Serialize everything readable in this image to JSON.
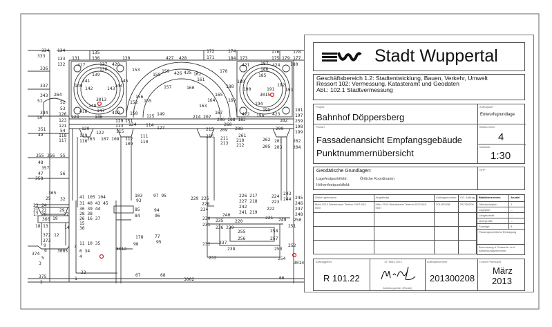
{
  "title_block": {
    "city": "Stadt Wuppertal",
    "dept_lines": [
      "Geschäftsbereich 1.2: Stadtentwicklung, Bauen, Verkehr, Umwelt",
      "Ressort 102: Vermessung, Katasteramt und Geodaten",
      "Abt.: 102.1 Stadtvermessung"
    ],
    "projekt_label": "Projekt",
    "projekt": "Bahnhof Döppersberg",
    "auftragsart_label": "Auftragsart",
    "auftragsart": "Entwurfsgrundlage",
    "planart_label": "Planart",
    "plan_title_1": "Fassadenansicht Empfangsgebäude",
    "plan_title_2": "Punktnummernübersicht",
    "blatt_label": "Blattnummer",
    "blatt": "4",
    "massstab_label": "Maßstab",
    "massstab": "1:30",
    "geo_heading": "Geodätische Grundlagen:",
    "lage_label": "Lagefestpunktfeld:",
    "lage_value": "Örtliche Koordinaten",
    "hoehe_label": "Höhenfestpunktfeld:",
    "geo_side_label": "NHP",
    "table_headers": [
      "Örtlich gemessen",
      "Angefertigt",
      "Auftragsnummer",
      "GG- Auftrag"
    ],
    "table_row": [
      "März 2013 Wiedemann Telefon 0202-563-5937",
      "März 2013 Wiedemann Telefon 0202-563-5937",
      "201300208",
      "201300208"
    ],
    "sheet_header": [
      "Blattübersichten",
      "Anzahl"
    ],
    "sheets": [
      [
        "Übersichtsplan",
        "1"
      ],
      [
        "Lageplan",
        "--"
      ],
      [
        "Längsschnitt",
        "--"
      ],
      [
        "Querprofile",
        "--"
      ],
      [
        "Sonstige",
        "8"
      ]
    ],
    "note1": "Planungsrechtliche Eintragung",
    "note2": "Berechnung d. Entwurfs- und Absteckungselemente",
    "auftraggeber_label": "Auftraggeber",
    "auftraggeber": "R 101.22",
    "sign_date": "19. März 2013",
    "sign_caption": "Abteilungsleiter (Riedel)",
    "auftragsnummer_label": "Auftragsnummer",
    "auftragsnummer": "201300208",
    "planstand_label": "Letzter Planstand",
    "planstand_1": "März",
    "planstand_2": "2013"
  },
  "drawing": {
    "marker_color": "#cc2222",
    "labels": [
      "334",
      "333",
      "336",
      "337",
      "343",
      "264",
      "51",
      "52",
      "53",
      "126",
      "344",
      "50",
      "123",
      "121",
      "54",
      "351",
      "49",
      "118",
      "117",
      "355",
      "356",
      "55",
      "48",
      "357",
      "47",
      "358",
      "56",
      "365",
      "25",
      "32",
      "23",
      "24",
      "21",
      "22",
      "29",
      "17",
      "20",
      "27",
      "366",
      "19",
      "18",
      "13",
      "14",
      "372",
      "12",
      "373",
      "9",
      "8",
      "374",
      "3005",
      "5",
      "3",
      "375",
      "2",
      "7",
      "41 105 104",
      "31 40 43 45",
      "30 39 44",
      "28 38",
      "26 16 37",
      "15",
      "36",
      "11 10 35",
      "6 34",
      "4",
      "33",
      "1",
      "67",
      "68",
      "3002",
      "66",
      "103",
      "93",
      "3012",
      "98",
      "178",
      "85",
      "84",
      "94",
      "96",
      "97 95",
      "77",
      "95",
      "134",
      "135",
      "136",
      "133",
      "132",
      "131",
      "130",
      "417",
      "137",
      "420",
      "138",
      "139",
      "141",
      "140",
      "142",
      "143",
      "145",
      "144",
      "3013",
      "148",
      "418",
      "147",
      "419",
      "128",
      "146",
      "129",
      "151",
      "150",
      "113",
      "124",
      "120",
      "122",
      "115",
      "119",
      "116",
      "263",
      "107 108",
      "112",
      "109",
      "111",
      "110",
      "153",
      "156",
      "152",
      "155",
      "125",
      "114",
      "127",
      "149",
      "427",
      "428",
      "159",
      "158",
      "426",
      "425",
      "162",
      "161",
      "157",
      "160",
      "165",
      "164",
      "163",
      "170",
      "169",
      "167",
      "214 207",
      "206 168 183",
      "260",
      "215",
      "209",
      "208",
      "216",
      "211",
      "213",
      "261",
      "210",
      "212",
      "172",
      "171",
      "174",
      "184",
      "173",
      "176",
      "175",
      "179",
      "178",
      "177",
      "180",
      "421",
      "187",
      "186",
      "424",
      "185",
      "188",
      "189",
      "190",
      "191",
      "192",
      "193",
      "3015",
      "194",
      "195",
      "196",
      "422",
      "423",
      "182",
      "181",
      "197",
      "259",
      "198",
      "199",
      "200",
      "262",
      "201",
      "202",
      "205",
      "203",
      "204",
      "229 225",
      "228",
      "234",
      "226 217",
      "227 218",
      "242",
      "241 219",
      "240",
      "230",
      "235",
      "220",
      "231",
      "236 239",
      "255",
      "258",
      "256",
      "257",
      "232",
      "237",
      "238",
      "253",
      "233",
      "254",
      "252",
      "3014",
      "224",
      "223",
      "243",
      "244",
      "245",
      "246",
      "222",
      "247",
      "248",
      "221",
      "249",
      "250",
      "251"
    ]
  }
}
